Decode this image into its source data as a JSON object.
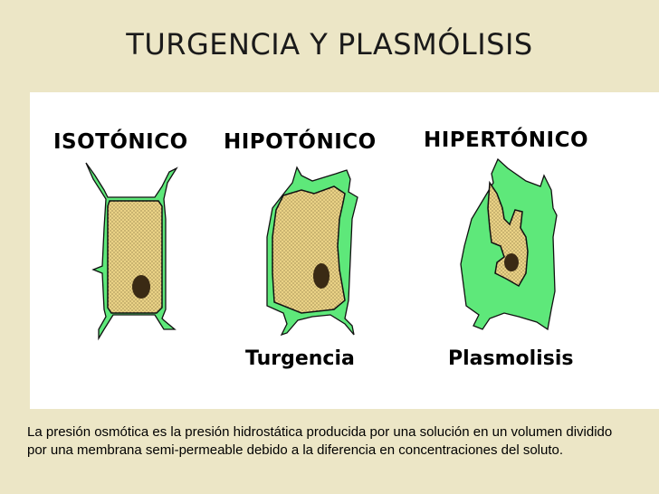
{
  "slide": {
    "title": "TURGENCIA Y PLASMÓLISIS"
  },
  "diagram": {
    "cells": [
      {
        "heading": "ISOTÓNICO",
        "state": ""
      },
      {
        "heading": "HIPOTÓNICO",
        "state": "Turgencia"
      },
      {
        "heading": "HIPERTÓNICO",
        "state": "Plasmolisis"
      }
    ],
    "colors": {
      "cell_wall": "#5ee87a",
      "protoplast": "#ead286",
      "nucleus": "#3a2a14",
      "outline": "#111111"
    }
  },
  "caption": "La presión osmótica es la presión hidrostática producida por una solución en un volumen dividido por una membrana semi-permeable debido a la diferencia en concentraciones del soluto."
}
